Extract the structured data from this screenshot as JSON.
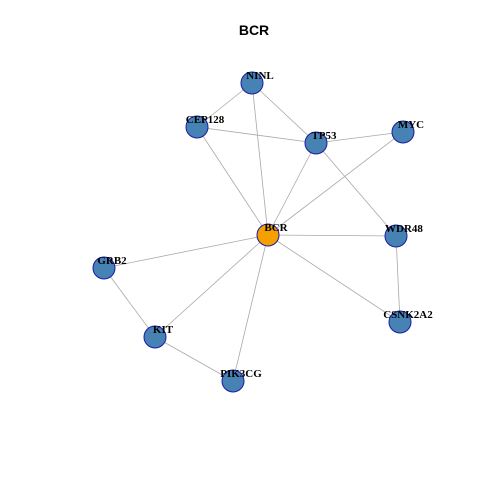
{
  "title": "BCR",
  "colors": {
    "center_node": "#F5A000",
    "neighbor_node": "#4682B4",
    "node_border": "#1A1AA6",
    "edge": "#A8A8A8"
  },
  "center_node": "BCR",
  "nodes": [
    {
      "id": "BCR"
    },
    {
      "id": "NINL"
    },
    {
      "id": "CEP128"
    },
    {
      "id": "TP53"
    },
    {
      "id": "MYC"
    },
    {
      "id": "WDR48"
    },
    {
      "id": "GRB2"
    },
    {
      "id": "KIT"
    },
    {
      "id": "PIK3CG"
    },
    {
      "id": "CSNK2A2"
    }
  ],
  "edges": [
    [
      "NINL",
      "CEP128"
    ],
    [
      "NINL",
      "TP53"
    ],
    [
      "NINL",
      "BCR"
    ],
    [
      "CEP128",
      "TP53"
    ],
    [
      "CEP128",
      "BCR"
    ],
    [
      "TP53",
      "MYC"
    ],
    [
      "TP53",
      "BCR"
    ],
    [
      "TP53",
      "WDR48"
    ],
    [
      "MYC",
      "BCR"
    ],
    [
      "BCR",
      "WDR48"
    ],
    [
      "BCR",
      "GRB2"
    ],
    [
      "BCR",
      "KIT"
    ],
    [
      "BCR",
      "PIK3CG"
    ],
    [
      "BCR",
      "CSNK2A2"
    ],
    [
      "WDR48",
      "CSNK2A2"
    ],
    [
      "GRB2",
      "KIT"
    ],
    [
      "KIT",
      "PIK3CG"
    ]
  ]
}
